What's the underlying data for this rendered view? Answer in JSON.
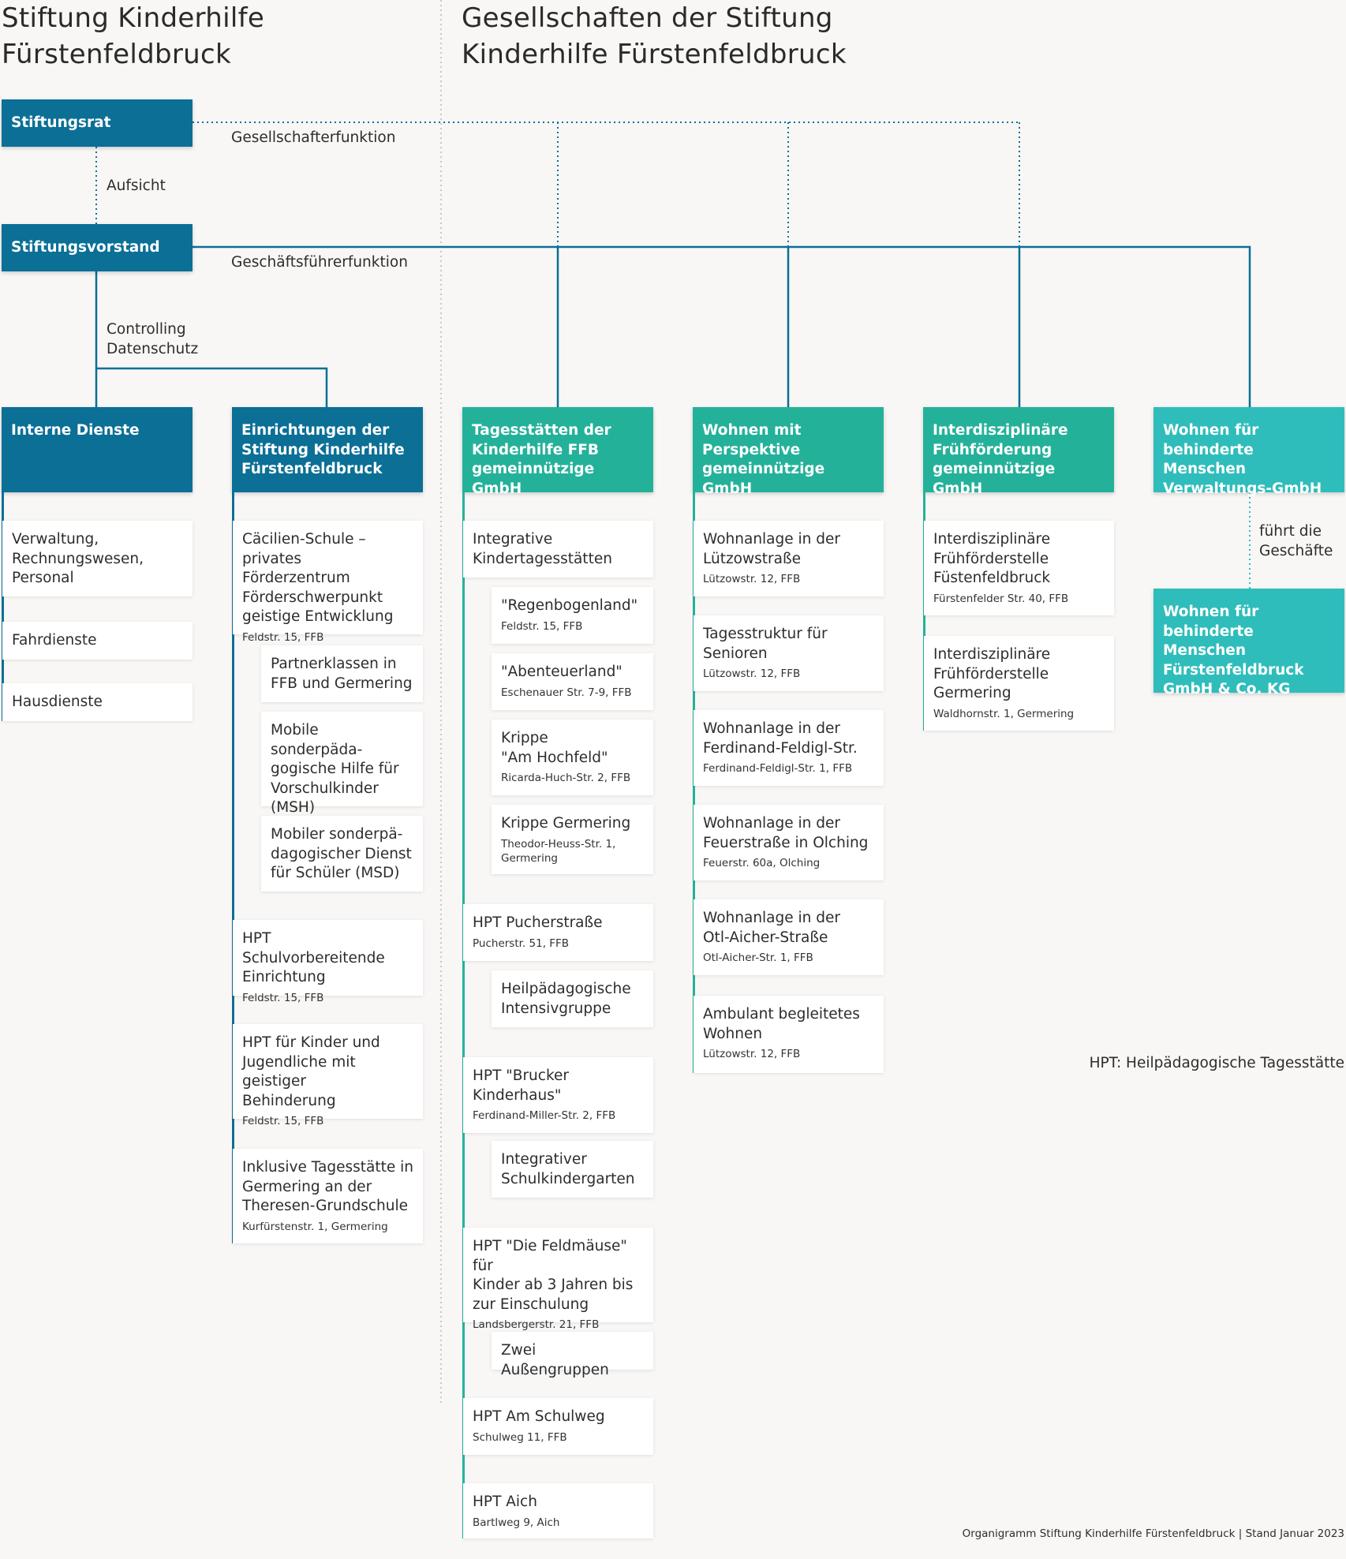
{
  "left_title": [
    "Stiftung Kinderhilfe",
    "Fürstenfeldbruck"
  ],
  "right_title": [
    "Gesellschaften der Stiftung",
    "Kinderhilfe Fürstenfeldbruck"
  ],
  "stiftungsrat": "Stiftungsrat",
  "stiftungsvorstand": "Stiftungsvorstand",
  "labels": {
    "gesellschafter": "Gesellschafterfunktion",
    "aufsicht": "Aufsicht",
    "geschaeftsfuehrer": "Geschäftsführerfunktion",
    "controlling": [
      "Controlling",
      "Datenschutz"
    ],
    "fuehrt": [
      "führt die",
      "Geschäfte"
    ],
    "hpt_legend": "HPT: Heilpädagogische Tagesstätte",
    "footer": "Organigramm Stiftung Kinderhilfe Fürstenfeldbruck | Stand Januar 2023"
  },
  "columns": [
    {
      "header": [
        "Interne Dienste"
      ],
      "items": [
        {
          "title": [
            "Verwaltung,",
            "Rechnungswesen,",
            "Personal"
          ],
          "addr": ""
        },
        {
          "title": [
            "Fahrdienste"
          ],
          "addr": ""
        },
        {
          "title": [
            "Hausdienste"
          ],
          "addr": ""
        }
      ]
    },
    {
      "header": [
        "Einrichtungen der",
        "Stiftung Kinderhilfe",
        "Fürstenfeldbruck"
      ],
      "items": [
        {
          "title": [
            "Cäcilien-Schule –",
            "privates Förderzentrum",
            "Förderschwerpunkt",
            "geistige Entwicklung"
          ],
          "addr": "Feldstr. 15, FFB"
        },
        {
          "title": [
            "Partnerklassen in",
            "FFB und Germering"
          ],
          "addr": ""
        },
        {
          "title": [
            "Mobile sonderpäda-",
            "gogische Hilfe für",
            "Vorschulkinder",
            "(MSH)"
          ],
          "addr": ""
        },
        {
          "title": [
            "Mobiler sonderpä-",
            "dagogischer Dienst",
            "für Schüler (MSD)"
          ],
          "addr": ""
        },
        {
          "title": [
            "HPT Schulvorbereitende",
            "Einrichtung"
          ],
          "addr": "Feldstr. 15, FFB"
        },
        {
          "title": [
            "HPT für Kinder und",
            "Jugendliche mit geistiger",
            "Behinderung"
          ],
          "addr": "Feldstr. 15, FFB"
        },
        {
          "title": [
            "Inklusive Tagesstätte in",
            "Germering an der",
            "Theresen-Grundschule"
          ],
          "addr": "Kurfürstenstr. 1, Germering"
        }
      ]
    },
    {
      "header": [
        "Tagesstätten der",
        "Kinderhilfe FFB",
        "gemeinnützige GmbH"
      ],
      "items": [
        {
          "title": [
            "Integrative",
            "Kindertagesstätten"
          ],
          "addr": ""
        },
        {
          "title": [
            "\"Regenbogenland\""
          ],
          "addr": "Feldstr. 15, FFB"
        },
        {
          "title": [
            "\"Abenteuerland\""
          ],
          "addr": "Eschenauer Str. 7-9, FFB"
        },
        {
          "title": [
            "Krippe",
            "\"Am Hochfeld\""
          ],
          "addr": "Ricarda-Huch-Str. 2, FFB"
        },
        {
          "title": [
            "Krippe Germering"
          ],
          "addr": "Theodor-Heuss-Str. 1, Germering"
        },
        {
          "title": [
            "HPT Pucherstraße"
          ],
          "addr": "Pucherstr. 51, FFB"
        },
        {
          "title": [
            "Heilpädagogische",
            "Intensivgruppe"
          ],
          "addr": ""
        },
        {
          "title": [
            "HPT \"Brucker",
            "Kinderhaus\""
          ],
          "addr": "Ferdinand-Miller-Str. 2, FFB"
        },
        {
          "title": [
            "Integrativer",
            "Schulkindergarten"
          ],
          "addr": ""
        },
        {
          "title": [
            "HPT \"Die Feldmäuse\" für",
            "Kinder ab 3 Jahren bis",
            "zur Einschulung"
          ],
          "addr": "Landsbergerstr. 21, FFB"
        },
        {
          "title": [
            "Zwei Außengruppen"
          ],
          "addr": ""
        },
        {
          "title": [
            "HPT Am Schulweg"
          ],
          "addr": "Schulweg 11, FFB"
        },
        {
          "title": [
            "HPT Aich"
          ],
          "addr": "Bartlweg 9, Aich"
        }
      ]
    },
    {
      "header": [
        "Wohnen mit",
        "Perspektive",
        "gemeinnützige GmbH"
      ],
      "items": [
        {
          "title": [
            "Wohnanlage in der",
            "Lützowstraße"
          ],
          "addr": "Lützowstr. 12, FFB"
        },
        {
          "title": [
            "Tagesstruktur für",
            "Senioren"
          ],
          "addr": "Lützowstr. 12, FFB"
        },
        {
          "title": [
            "Wohnanlage in der",
            "Ferdinand-Feldigl-Str."
          ],
          "addr": "Ferdinand-Feldigl-Str. 1, FFB"
        },
        {
          "title": [
            "Wohnanlage in der",
            "Feuerstraße in Olching"
          ],
          "addr": "Feuerstr. 60a, Olching"
        },
        {
          "title": [
            "Wohnanlage in der",
            "Otl-Aicher-Straße"
          ],
          "addr": "Otl-Aicher-Str. 1, FFB"
        },
        {
          "title": [
            "Ambulant begleitetes",
            "Wohnen"
          ],
          "addr": "Lützowstr. 12, FFB"
        }
      ]
    },
    {
      "header": [
        "Interdisziplinäre",
        "Frühförderung",
        "gemeinnützige GmbH"
      ],
      "items": [
        {
          "title": [
            "Interdisziplinäre",
            "Frühförderstelle",
            "Füstenfeldbruck"
          ],
          "addr": "Fürstenfelder Str. 40, FFB"
        },
        {
          "title": [
            "Interdisziplinäre",
            "Frühförderstelle",
            "Germering"
          ],
          "addr": "Waldhornstr. 1, Germering"
        }
      ]
    },
    {
      "header": [
        "Wohnen für behinderte",
        "Menschen",
        "Verwaltungs-GmbH"
      ],
      "items": []
    }
  ],
  "kg_box": [
    "Wohnen für behinderte",
    "Menschen",
    "Fürstenfeldbruck",
    "GmbH & Co. KG"
  ],
  "colors": {
    "dark_blue": "#0b6f96",
    "green": "#24b19a",
    "turquoise": "#2fbdbb",
    "background": "#f8f7f5"
  }
}
